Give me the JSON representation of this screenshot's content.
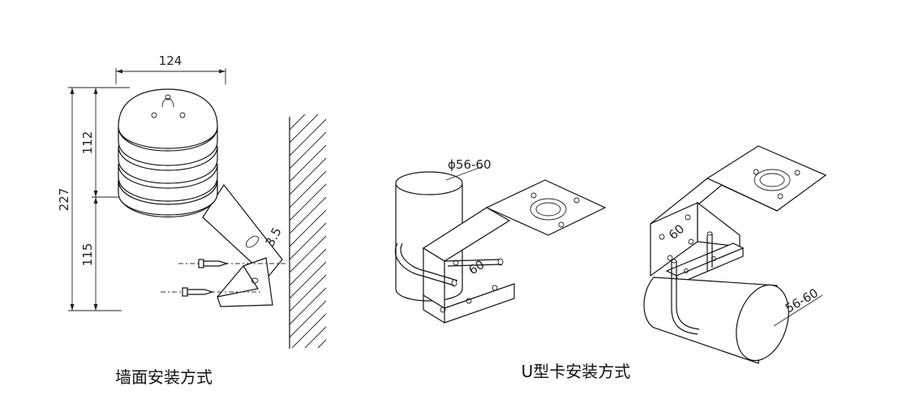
{
  "figures": [
    {
      "id": "wall-mount",
      "caption": "墙面安装方式",
      "dimensions": {
        "width": "124",
        "total_height": "227",
        "upper_height": "112",
        "lower_height": "115",
        "bracket": "3.5"
      }
    },
    {
      "id": "u-clamp",
      "caption": "U型卡安装方式",
      "dimensions": {
        "pole_diameter": "ϕ56-60",
        "bracket_width": "60",
        "bracket_width_b": "60",
        "pole_range": "56-60"
      }
    }
  ]
}
